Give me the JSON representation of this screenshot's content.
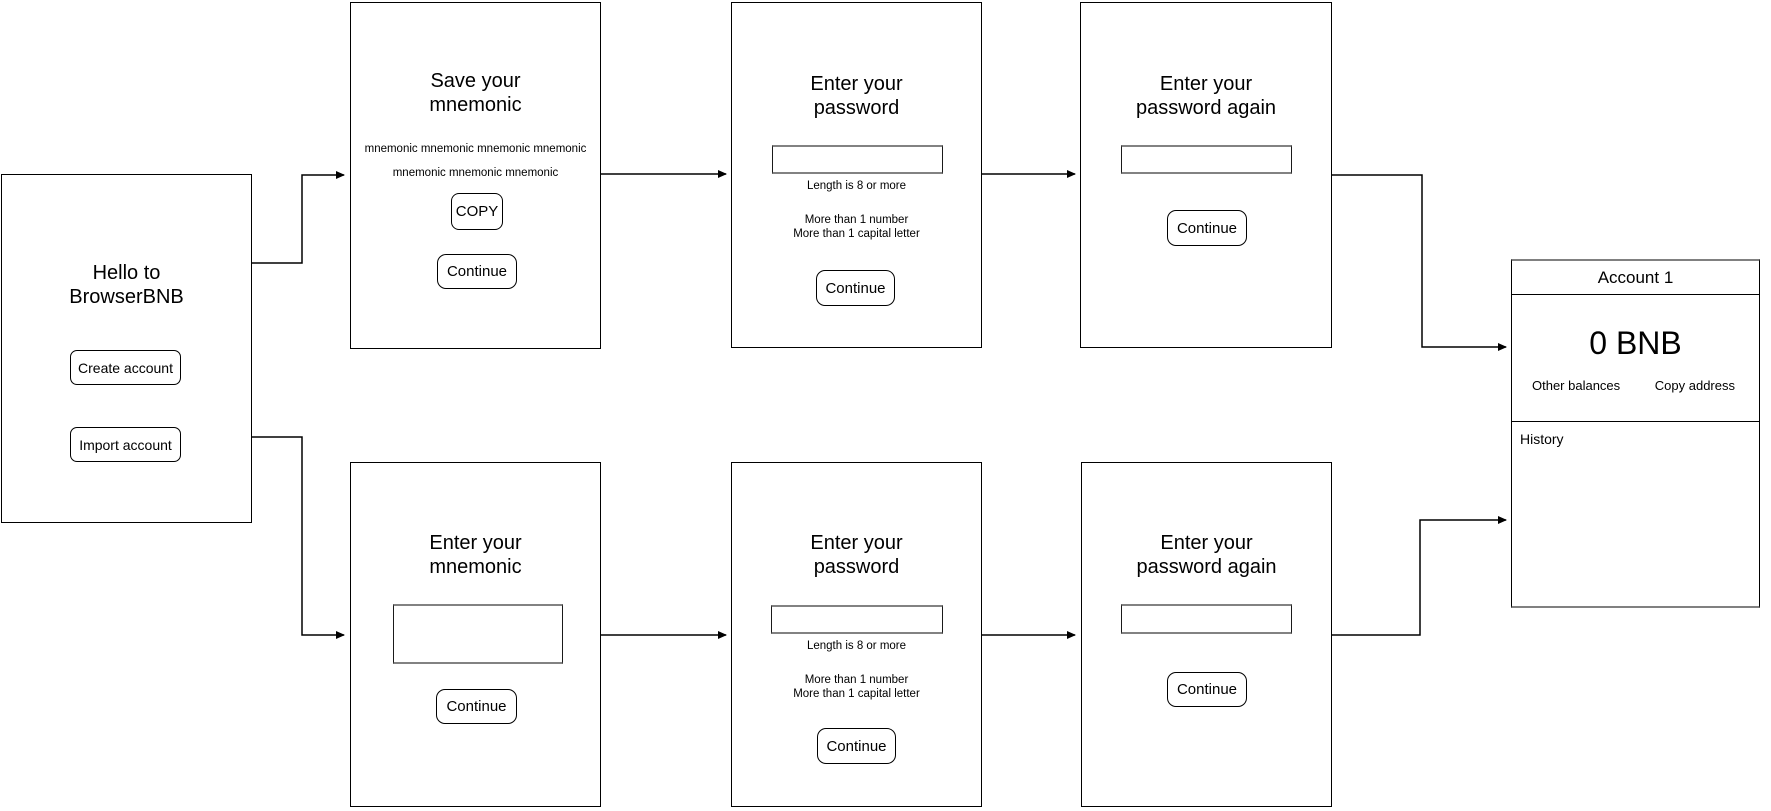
{
  "colors": {
    "line": "#000000",
    "muted_border": "#808080",
    "canvas_bg": "#ffffff"
  },
  "screens": {
    "welcome": {
      "title_line1": "Hello to",
      "title_line2": "BrowserBNB",
      "create_button": "Create account",
      "import_button": "Import account"
    },
    "save_mnemonic": {
      "title_line1": "Save your",
      "title_line2": "mnemonic",
      "mnemonic_row1": "mnemonic mnemonic mnemonic mnemonic",
      "mnemonic_row2": "mnemonic mnemonic mnemonic",
      "copy_button": "COPY",
      "continue_button": "Continue"
    },
    "enter_mnemonic": {
      "title_line1": "Enter your",
      "title_line2": "mnemonic",
      "mnemonic_value": "",
      "continue_button": "Continue"
    },
    "enter_password": {
      "title_line1": "Enter your",
      "title_line2": "password",
      "password_value": "",
      "hint_length": "Length is 8 or more",
      "hint_number": "More than 1 number",
      "hint_capital": "More than 1 capital letter",
      "continue_button": "Continue"
    },
    "enter_password_again": {
      "title_line1": "Enter your",
      "title_line2": "password again",
      "password_value": "",
      "continue_button": "Continue"
    },
    "account": {
      "header": "Account 1",
      "balance": "0 BNB",
      "other_balances_label": "Other balances",
      "copy_address_label": "Copy address",
      "history_label": "History"
    }
  }
}
